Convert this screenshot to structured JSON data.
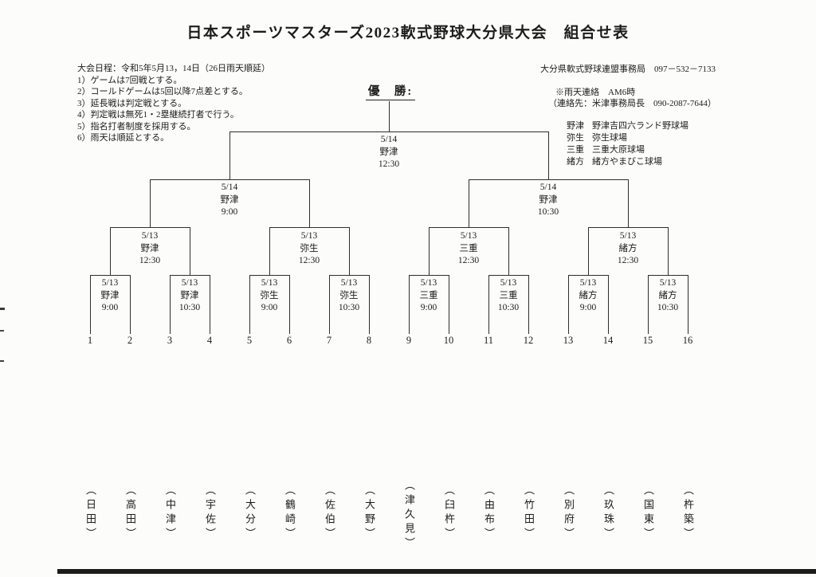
{
  "title": "日本スポーツマスターズ2023軟式野球大分県大会　組合せ表",
  "header_left": {
    "schedule": "大会日程：令和5年5月13，14日（26日雨天順延）",
    "rules": [
      "1）ゲームは7回戦とする。",
      "2）コールドゲームは5回以降7点差とする。",
      "3）延長戦は判定戦とする。",
      "4）判定戦は無死1・2塁継続打者で行う。",
      "5）指名打者制度を採用する。",
      "6）雨天は順延とする。"
    ]
  },
  "header_right": {
    "office": "大分県軟式野球連盟事務局　097－532－7133",
    "rain_notice": "※雨天連絡　AM6時",
    "contact": "（連絡先：米津事務局長　090-2087-7644）",
    "venues": [
      {
        "abbr": "野津",
        "name": "野津吉四六ランド野球場"
      },
      {
        "abbr": "弥生",
        "name": "弥生球場"
      },
      {
        "abbr": "三重",
        "name": "三重大原球場"
      },
      {
        "abbr": "緒方",
        "name": "緒方やまびこ球場"
      }
    ]
  },
  "champion_label": "優　勝:",
  "bracket": {
    "final": {
      "date": "5/14",
      "venue": "野津",
      "time": "12:30"
    },
    "semifinals": [
      {
        "date": "5/14",
        "venue": "野津",
        "time": "9:00"
      },
      {
        "date": "5/14",
        "venue": "野津",
        "time": "10:30"
      }
    ],
    "quarterfinals": [
      {
        "date": "5/13",
        "venue": "野津",
        "time": "12:30"
      },
      {
        "date": "5/13",
        "venue": "弥生",
        "time": "12:30"
      },
      {
        "date": "5/13",
        "venue": "三重",
        "time": "12:30"
      },
      {
        "date": "5/13",
        "venue": "緒方",
        "time": "12:30"
      }
    ],
    "round1": [
      {
        "date": "5/13",
        "venue": "野津",
        "time": "9:00"
      },
      {
        "date": "5/13",
        "venue": "野津",
        "time": "10:30"
      },
      {
        "date": "5/13",
        "venue": "弥生",
        "time": "9:00"
      },
      {
        "date": "5/13",
        "venue": "弥生",
        "time": "10:30"
      },
      {
        "date": "5/13",
        "venue": "三重",
        "time": "9:00"
      },
      {
        "date": "5/13",
        "venue": "三重",
        "time": "10:30"
      },
      {
        "date": "5/13",
        "venue": "緒方",
        "time": "9:00"
      },
      {
        "date": "5/13",
        "venue": "緒方",
        "time": "10:30"
      }
    ],
    "seeds": [
      "1",
      "2",
      "3",
      "4",
      "5",
      "6",
      "7",
      "8",
      "9",
      "10",
      "11",
      "12",
      "13",
      "14",
      "15",
      "16"
    ]
  },
  "teams": [
    "日田",
    "高田",
    "中津",
    "宇佐",
    "大分",
    "鶴崎",
    "佐伯",
    "大野",
    "津久見",
    "臼杵",
    "由布",
    "竹田",
    "別府",
    "玖珠",
    "国東",
    "杵築"
  ],
  "punct": {
    "open": "（",
    "close": "）"
  }
}
